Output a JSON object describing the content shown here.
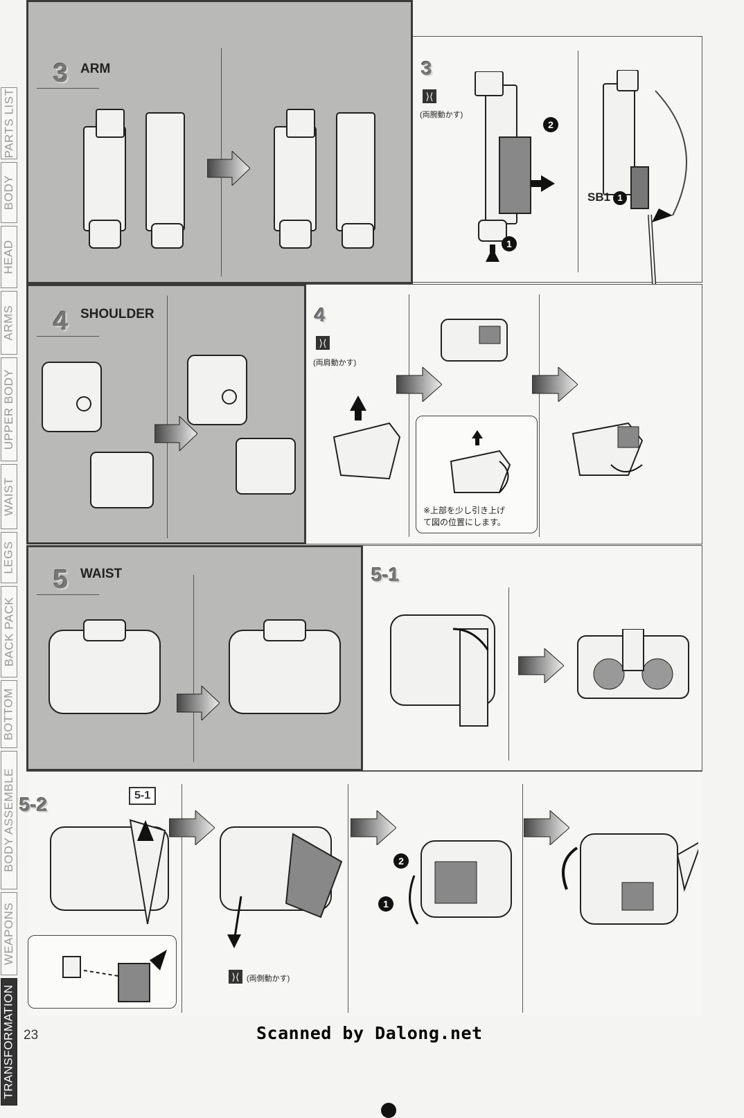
{
  "sidebar": {
    "tabs": [
      {
        "label": "PARTS LIST",
        "active": false
      },
      {
        "label": "BODY",
        "active": false
      },
      {
        "label": "HEAD",
        "active": false
      },
      {
        "label": "ARMS",
        "active": false
      },
      {
        "label": "UPPER BODY",
        "active": false
      },
      {
        "label": "WAIST",
        "active": false
      },
      {
        "label": "LEGS",
        "active": false
      },
      {
        "label": "BACK PACK",
        "active": false
      },
      {
        "label": "BOTTOM",
        "active": false
      },
      {
        "label": "BODY ASSEMBLE",
        "active": false
      },
      {
        "label": "WEAPONS",
        "active": false
      },
      {
        "label": "TRANSFORMATION",
        "active": true
      }
    ]
  },
  "steps": {
    "arm": {
      "number": "3",
      "label": "ARM"
    },
    "shoulder": {
      "number": "4",
      "label": "SHOULDER"
    },
    "waist": {
      "number": "5",
      "label": "WAIST"
    },
    "transform3": {
      "number": "3",
      "note": "(両腕動かす)",
      "part": "SB1",
      "part_num": "1",
      "order": [
        "1",
        "2"
      ]
    },
    "transform4": {
      "number": "4",
      "note": "(両肩動かす)",
      "callout": [
        "※上部を少し引き上げ",
        "て図の位置にします。"
      ]
    },
    "transform5_1": {
      "number": "5-1"
    },
    "transform5_2": {
      "number": "5-2",
      "ref": "5-1",
      "note": "(両側動かす)",
      "order": [
        "2",
        "1"
      ]
    }
  },
  "header_title": "16 TRANSFORMATION",
  "footer": {
    "page": "23",
    "credit": "Scanned by Dalong.net"
  },
  "colors": {
    "panel_gray": "#b9b9b7",
    "dark": "#333333"
  }
}
